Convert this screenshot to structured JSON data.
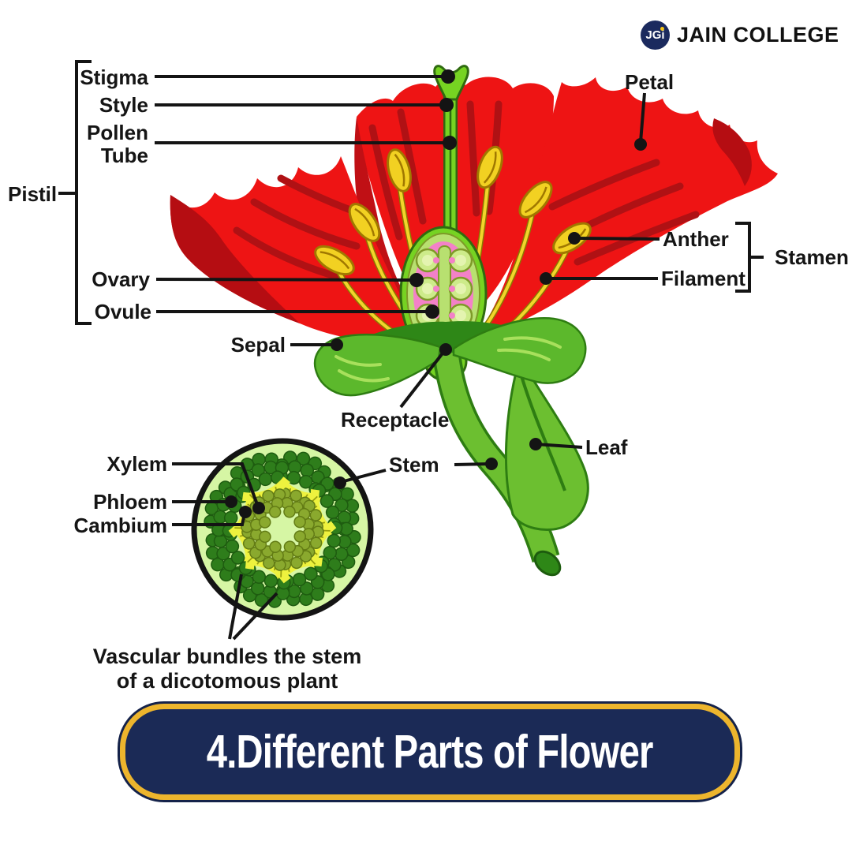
{
  "logo": {
    "badge_text": "JGi",
    "college_name": "JAIN COLLEGE"
  },
  "banner": {
    "title": "4.Different Parts of Flower"
  },
  "labels": {
    "stigma": "Stigma",
    "style": "Style",
    "pollen_line1": "Pollen",
    "pollen_line2": "Tube",
    "pistil": "Pistil",
    "ovary": "Ovary",
    "ovule": "Ovule",
    "sepal": "Sepal",
    "petal": "Petal",
    "anther": "Anther",
    "filament": "Filament",
    "stamen": "Stamen",
    "receptacle": "Receptacle",
    "stem": "Stem",
    "leaf": "Leaf",
    "xylem": "Xylem",
    "phloem": "Phloem",
    "cambium": "Cambium",
    "caption_line1": "Vascular bundles the stem",
    "caption_line2": "of a dicotomous plant"
  },
  "colors": {
    "petal_red": "#ee1414",
    "petal_dark_red": "#b50d12",
    "pistil_green": "#76d322",
    "ovary_wall_green": "#b8e070",
    "ovary_pink": "#f381c8",
    "ovule_green": "#cdeb8a",
    "anther_yellow": "#f2d122",
    "filament_yellow": "#f2d52a",
    "sepal_green": "#5cb82c",
    "sepal_dark_green": "#2e8717",
    "stem_green": "#6cbf30",
    "section_fill": "#d6f6a4",
    "bundle_dark_green": "#2e7d1b",
    "bundle_olive": "#8aa92e",
    "cambium_yellow": "#eef23e",
    "line_black": "#141414",
    "banner_navy": "#1b2a56",
    "banner_gold": "#edb52d"
  }
}
